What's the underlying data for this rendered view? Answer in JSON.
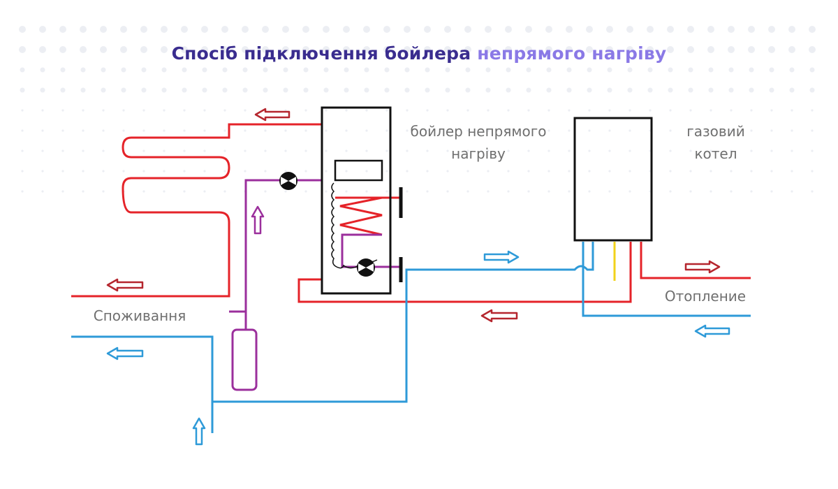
{
  "title": {
    "main": "Спосіб підключення бойлера ",
    "accent": "непрямого нагріву"
  },
  "labels": {
    "boiler_line1": "бойлер непрямого",
    "boiler_line2": "нагріву",
    "gas_line1": "газовий",
    "gas_line2": "котел",
    "consumption": "Споживання",
    "heating": "Отопление"
  },
  "colors": {
    "title_main": "#3a2d8f",
    "title_accent": "#8a79e6",
    "hot_pipe": "#e52329",
    "cold_pipe": "#2e9ad8",
    "recirculation_pipe": "#9b2f9c",
    "gas_pipe": "#f2d21a",
    "outline": "#111111",
    "hot_arrow": "#b5262e",
    "dots": "#eceef3"
  }
}
